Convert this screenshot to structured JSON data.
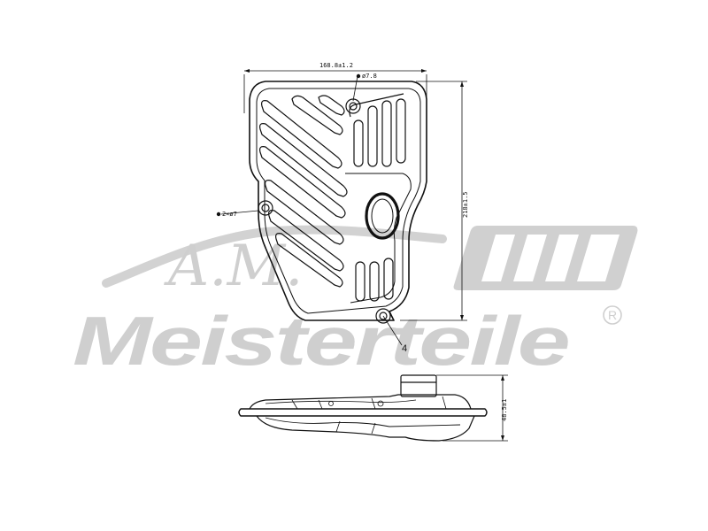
{
  "top_view": {
    "width_dim": "168.8±1.2",
    "height_dim": "218±1.5",
    "hole_dim": "ø7.8",
    "hole_count_dim": "2×ø7",
    "callout": "4"
  },
  "side_view": {
    "height_dim": "48.5±1"
  },
  "watermark": {
    "script": "A.M.",
    "brand": "Meisterteile",
    "registered": "R"
  },
  "colors": {
    "line": "#111111",
    "watermark": "#cfcfcf"
  }
}
